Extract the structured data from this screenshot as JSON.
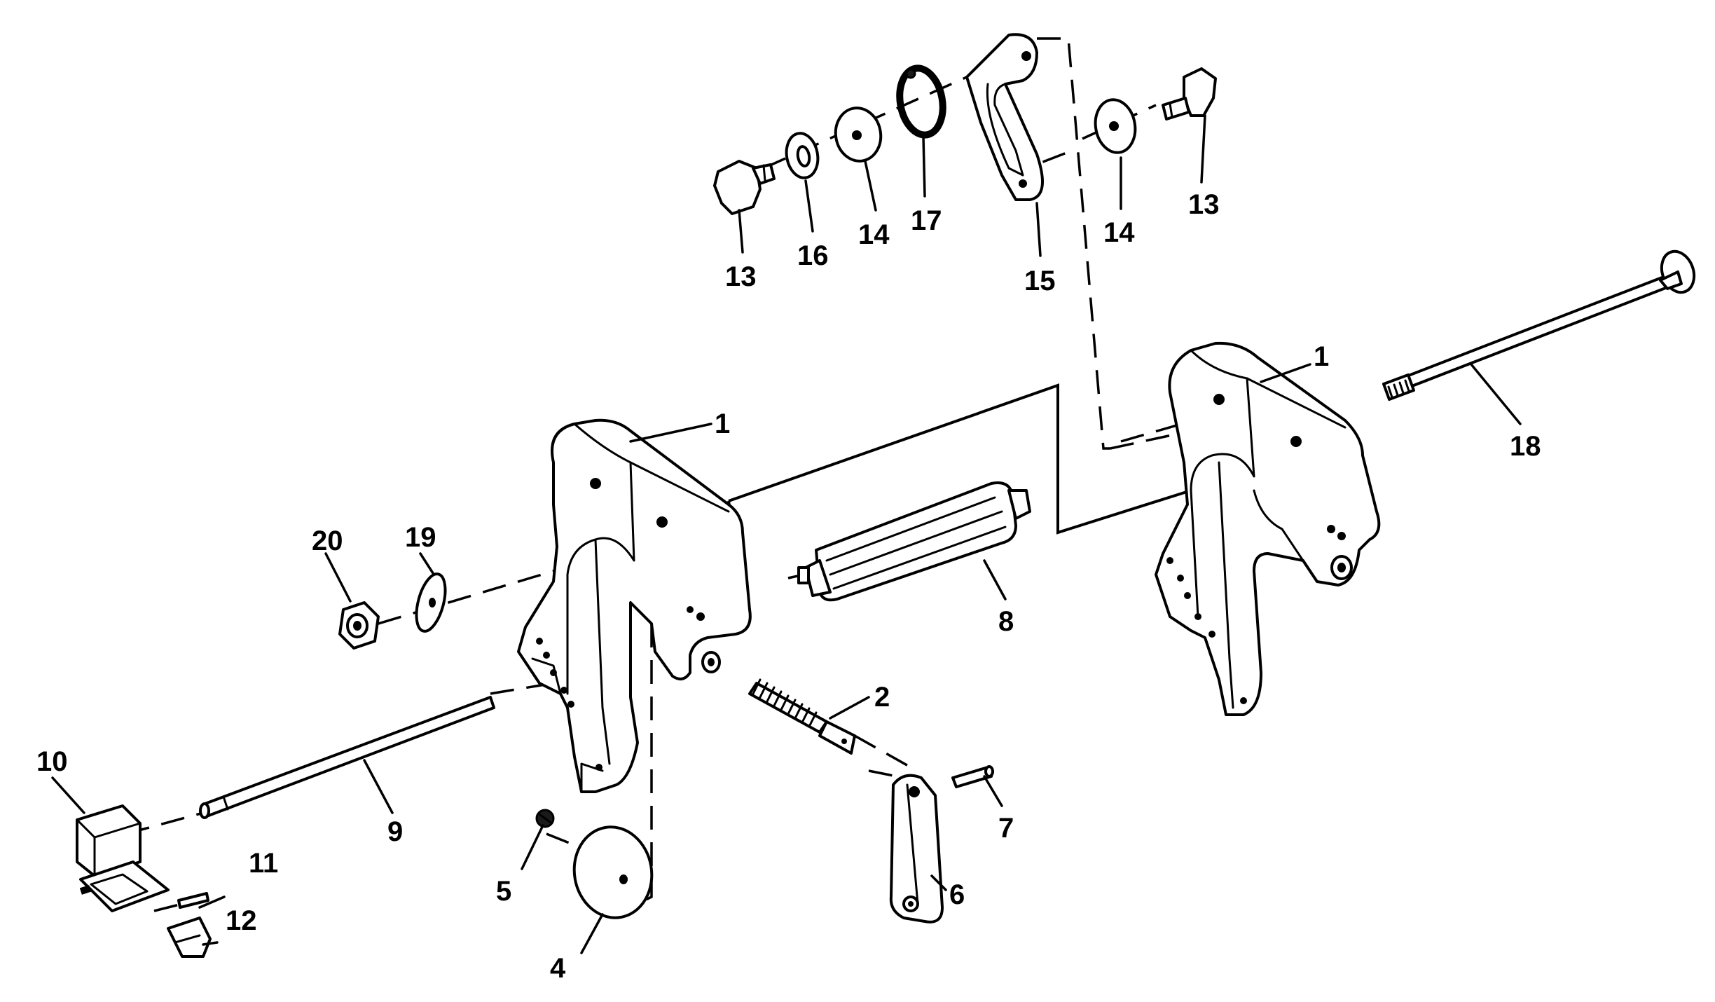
{
  "callouts": {
    "c1a": "1",
    "c1b": "1",
    "c2": "2",
    "c4": "4",
    "c5": "5",
    "c6": "6",
    "c7": "7",
    "c8": "8",
    "c9": "9",
    "c10": "10",
    "c11": "11",
    "c12": "12",
    "c13a": "13",
    "c13b": "13",
    "c14a": "14",
    "c14b": "14",
    "c15": "15",
    "c16": "16",
    "c17": "17",
    "c18": "18",
    "c19": "19",
    "c20": "20"
  }
}
